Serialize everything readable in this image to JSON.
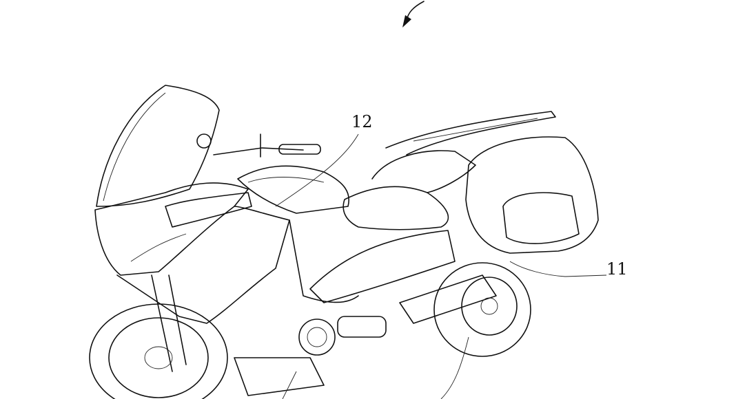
{
  "figure": {
    "reference_labels": [
      {
        "id": "label-12",
        "text": "12"
      },
      {
        "id": "label-11",
        "text": "11"
      }
    ],
    "ink_color": "#111111",
    "background_color": "#ffffff"
  }
}
